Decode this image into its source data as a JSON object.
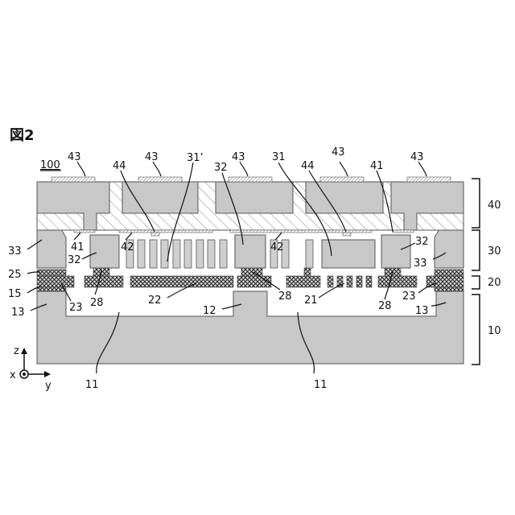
{
  "figure_label": "図2",
  "labels": {
    "device": "100",
    "l43": "43",
    "l44": "44",
    "l31p": "31’",
    "l32": "32",
    "l31": "31",
    "l41": "41",
    "l40": "40",
    "l33": "33",
    "l42": "42",
    "l30": "30",
    "l25": "25",
    "l20": "20",
    "l15": "15",
    "l13": "13",
    "l23": "23",
    "l28": "28",
    "l22": "22",
    "l21": "21",
    "l12": "12",
    "l10": "10",
    "l11": "11"
  },
  "axes": {
    "z": "z",
    "x": "x",
    "y": "y"
  }
}
